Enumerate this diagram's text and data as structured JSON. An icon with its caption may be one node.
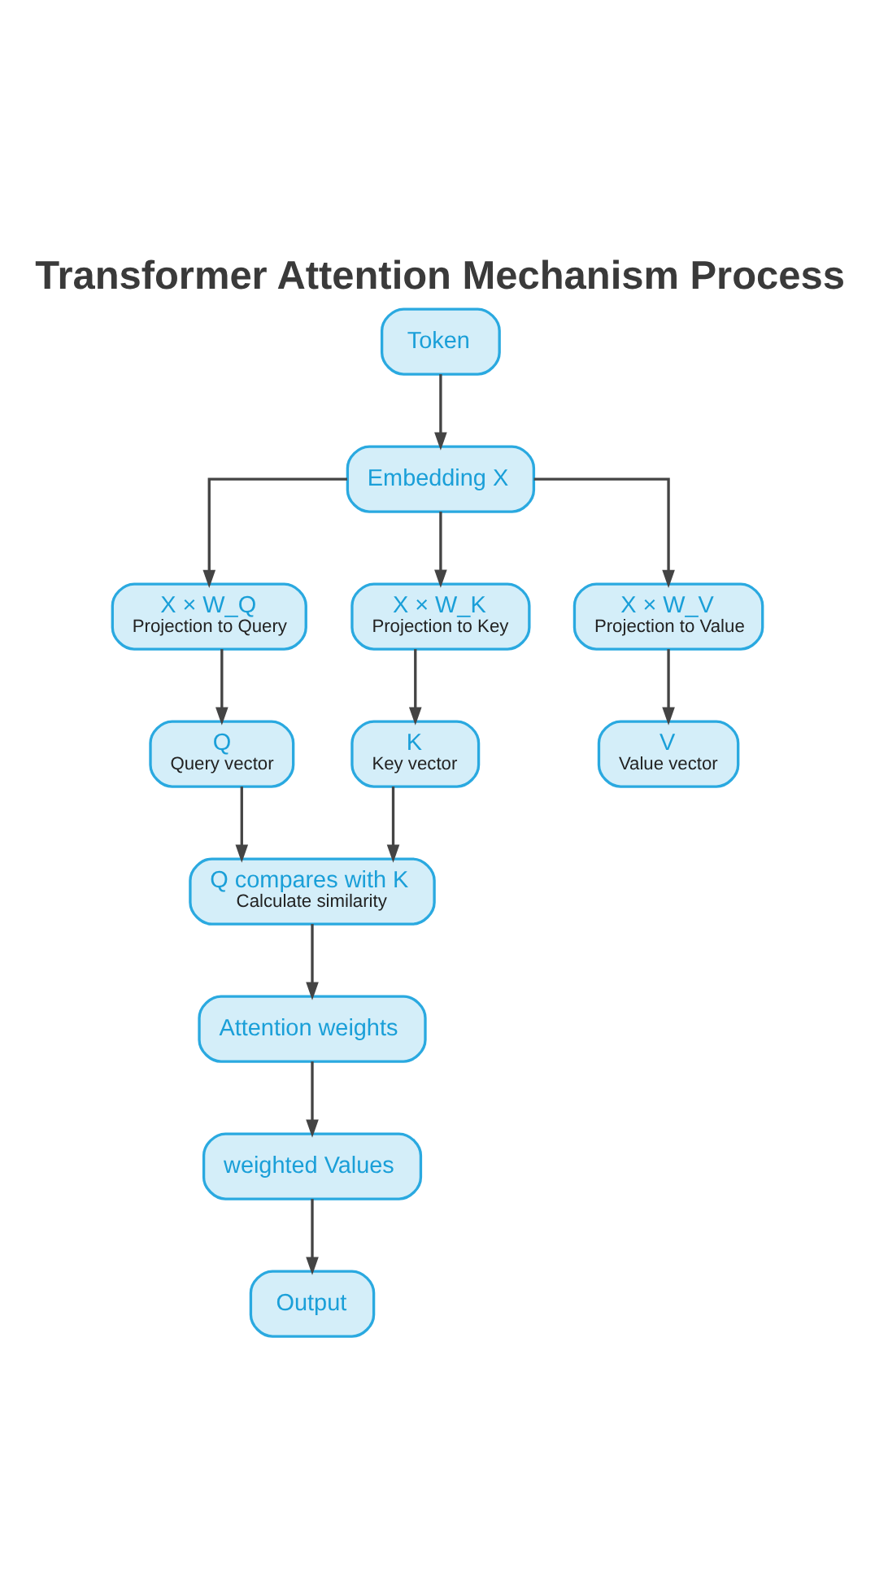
{
  "diagram": {
    "title": "Transformer Attention Mechanism Process",
    "nodes": [
      {
        "text": [
          "Token"
        ]
      },
      {
        "text": [
          "Embedding X"
        ]
      },
      {
        "text": [
          "X × W_Q",
          "Projection to Query"
        ]
      },
      {
        "text": [
          "X × W_K",
          "Projection to Key"
        ]
      },
      {
        "text": [
          "X × W_V",
          "Projection to Value"
        ]
      },
      {
        "text": [
          "Q",
          "Query vector"
        ]
      },
      {
        "text": [
          "K",
          "Key vector"
        ]
      },
      {
        "text": [
          "V",
          "Value vector"
        ]
      },
      {
        "text": [
          "Q compares with K",
          "Calculate similarity"
        ]
      },
      {
        "text": [
          "Attention weights"
        ]
      },
      {
        "text": [
          "weighted Values"
        ]
      },
      {
        "text": [
          "Output"
        ]
      }
    ],
    "edges": [
      {
        "from": 0,
        "to": 1,
        "arrow": "to"
      },
      {
        "from": 1,
        "to": 2,
        "arrow": "to"
      },
      {
        "from": 1,
        "to": 3,
        "arrow": "to"
      },
      {
        "from": 1,
        "to": 4,
        "arrow": "to"
      },
      {
        "from": 2,
        "to": 5,
        "arrow": "to"
      },
      {
        "from": 3,
        "to": 6,
        "arrow": "to"
      },
      {
        "from": 4,
        "to": 7,
        "arrow": "to"
      },
      {
        "from": 5,
        "to": 8,
        "arrow": "to"
      },
      {
        "from": 6,
        "to": 8,
        "arrow": "to"
      },
      {
        "from": 8,
        "to": 9,
        "arrow": "to"
      },
      {
        "from": 9,
        "to": 10,
        "arrow": "to"
      },
      {
        "from": 10,
        "to": 11,
        "arrow": "to"
      }
    ]
  }
}
